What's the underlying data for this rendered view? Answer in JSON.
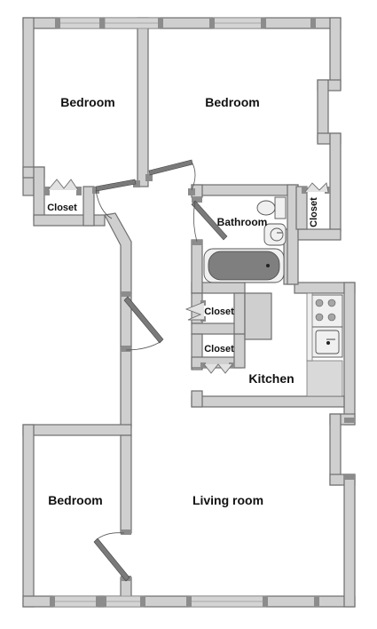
{
  "rooms": {
    "bedroom_1": "Bedroom",
    "bedroom_2": "Bedroom",
    "bedroom_3": "Bedroom",
    "living_room": "Living room",
    "kitchen": "Kitchen",
    "bathroom": "Bathroom",
    "closet_1": "Closet",
    "closet_2": "Closet",
    "closet_3": "Closet",
    "closet_4": "Closet"
  }
}
